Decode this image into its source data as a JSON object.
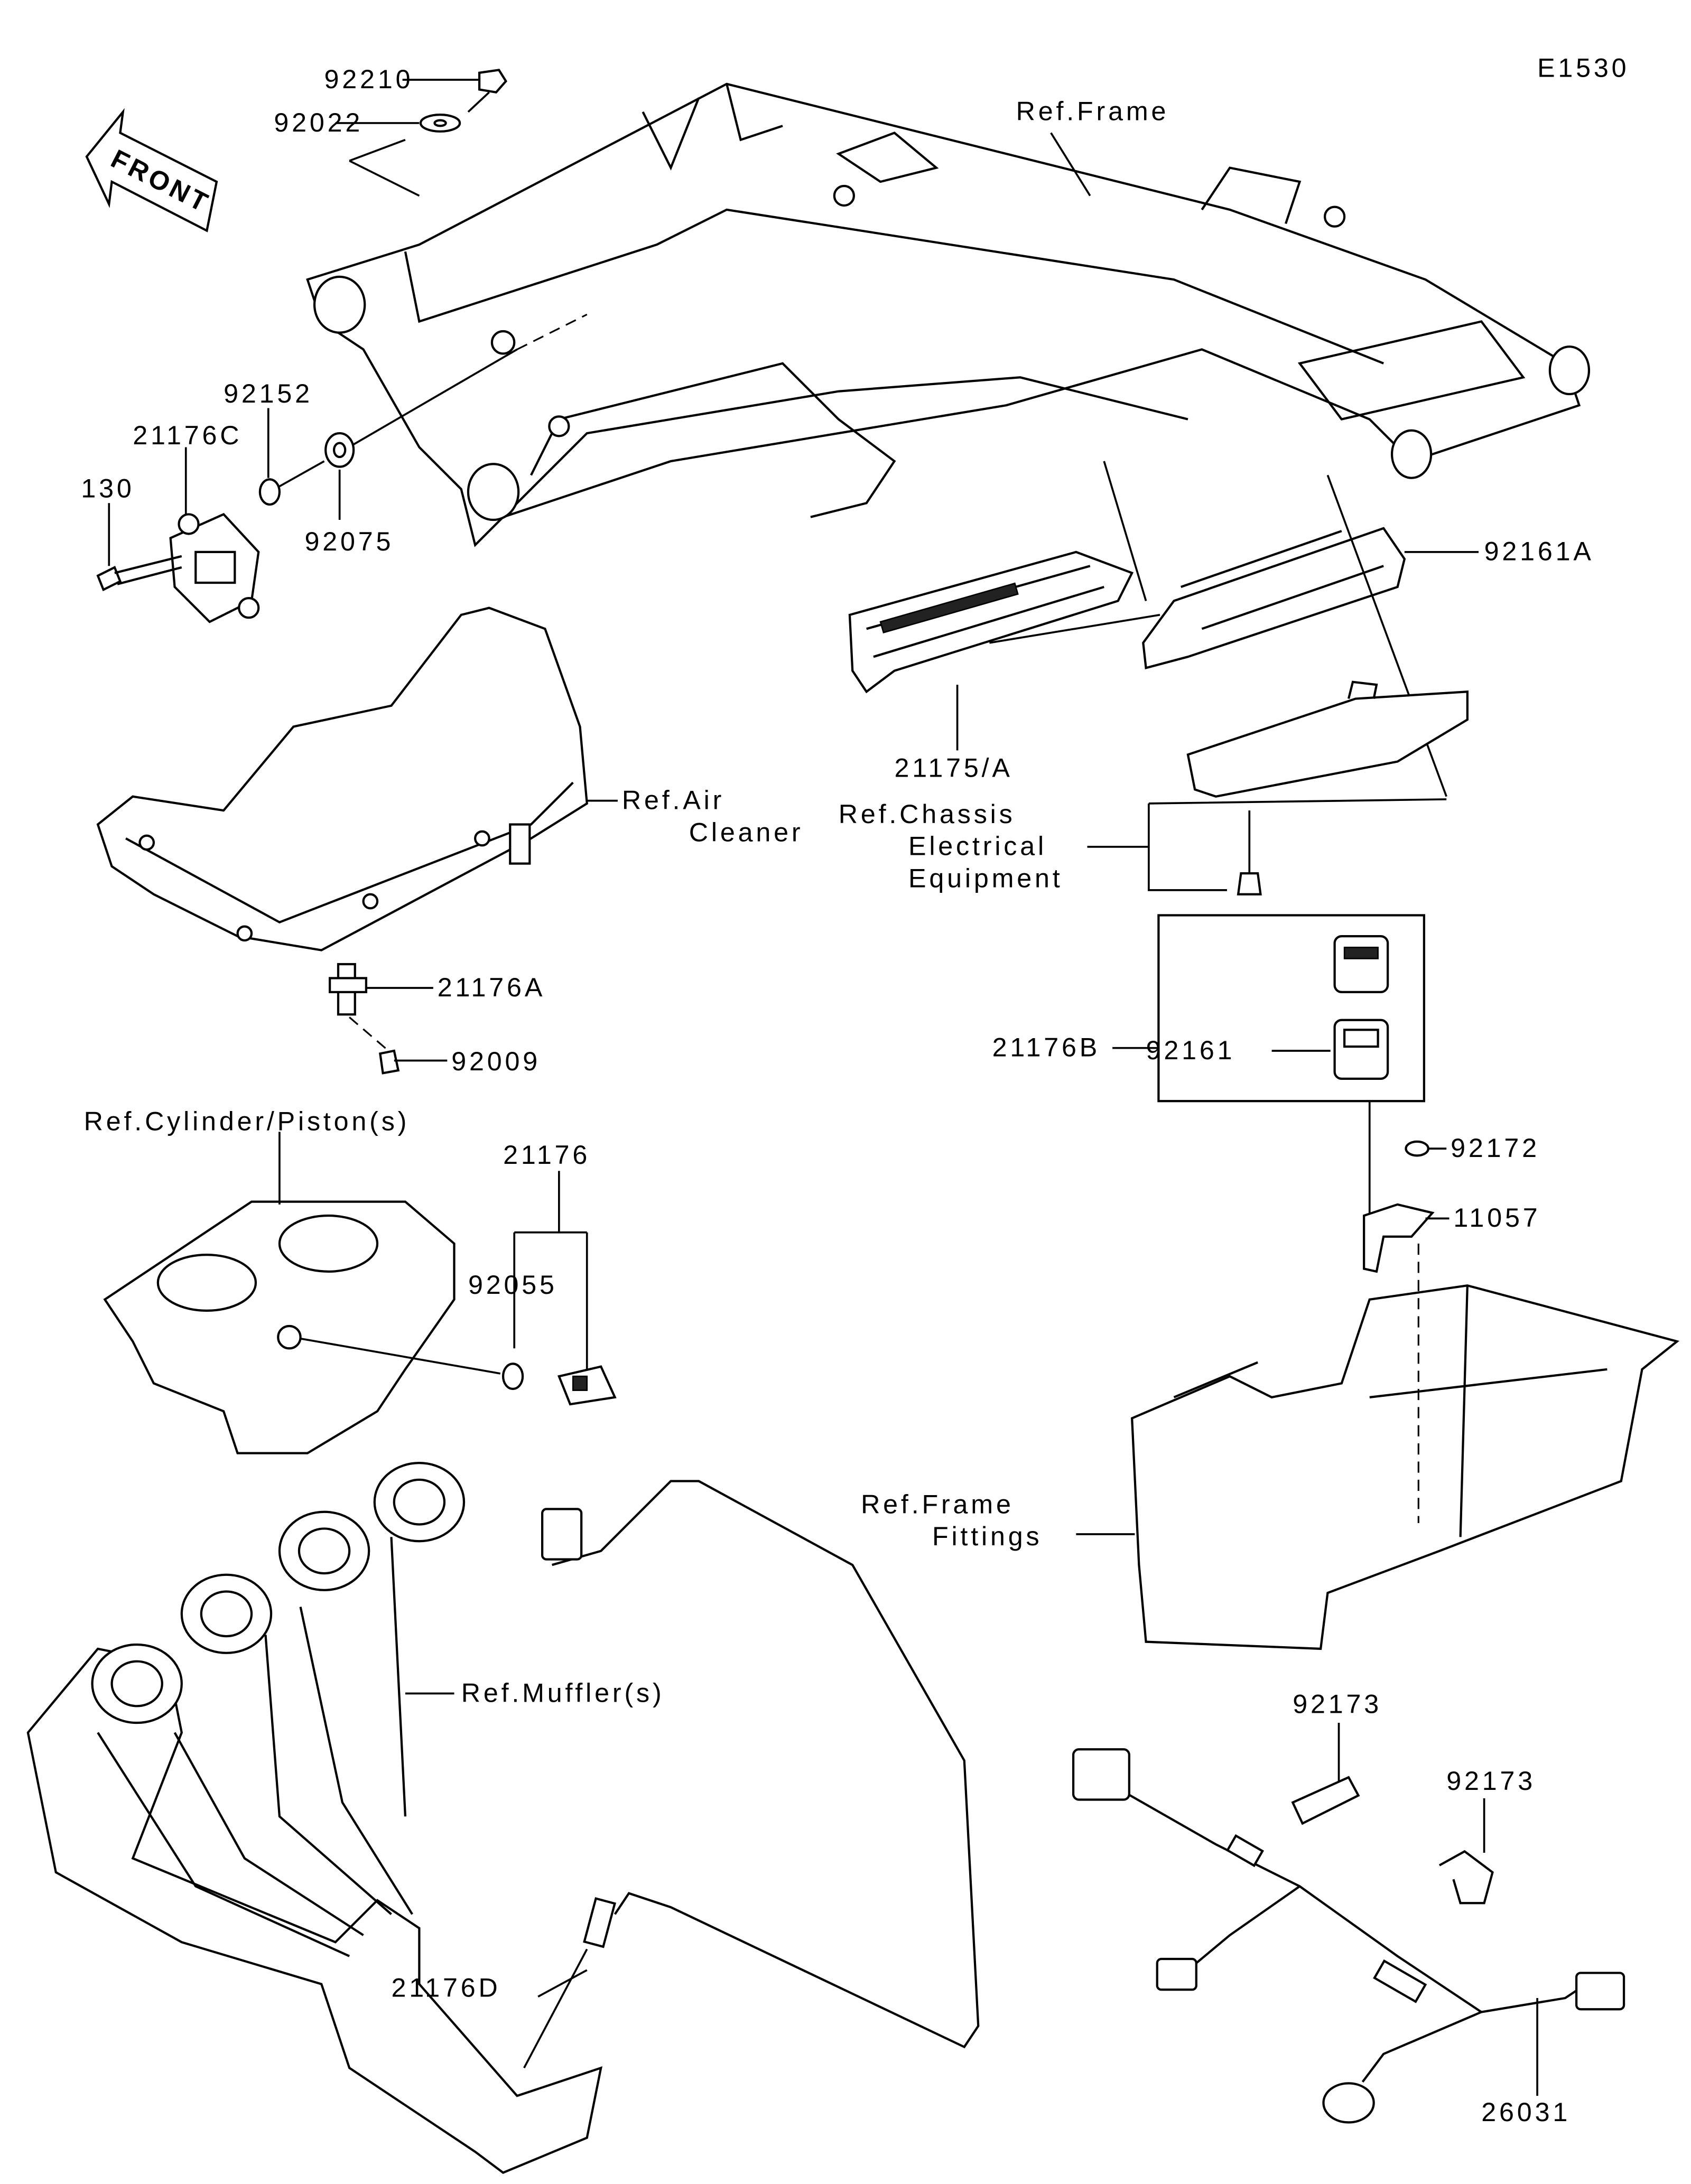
{
  "diagram_id": "E1530",
  "front_arrow": "FRONT",
  "labels": {
    "p92210": "92210",
    "p92022": "92022",
    "ref_frame": "Ref.Frame",
    "p92152": "92152",
    "p21176C": "21176C",
    "p130": "130",
    "p92075": "92075",
    "p92161A": "92161A",
    "p21175A": "21175/A",
    "ref_chassis_1": "Ref.Chassis",
    "ref_chassis_2": "Electrical",
    "ref_chassis_3": "Equipment",
    "ref_air_1": "Ref.Air",
    "ref_air_2": "Cleaner",
    "p21176A": "21176A",
    "p92009": "92009",
    "p21176B": "21176B",
    "p92161": "92161",
    "ref_cylinder": "Ref.Cylinder/Piston(s)",
    "p21176": "21176",
    "p92055": "92055",
    "p92172": "92172",
    "p11057": "11057",
    "ref_frame_fittings_1": "Ref.Frame",
    "ref_frame_fittings_2": "Fittings",
    "ref_muffler": "Ref.Muffler(s)",
    "p92173a": "92173",
    "p92173b": "92173",
    "p21176D": "21176D",
    "p26031": "26031"
  }
}
